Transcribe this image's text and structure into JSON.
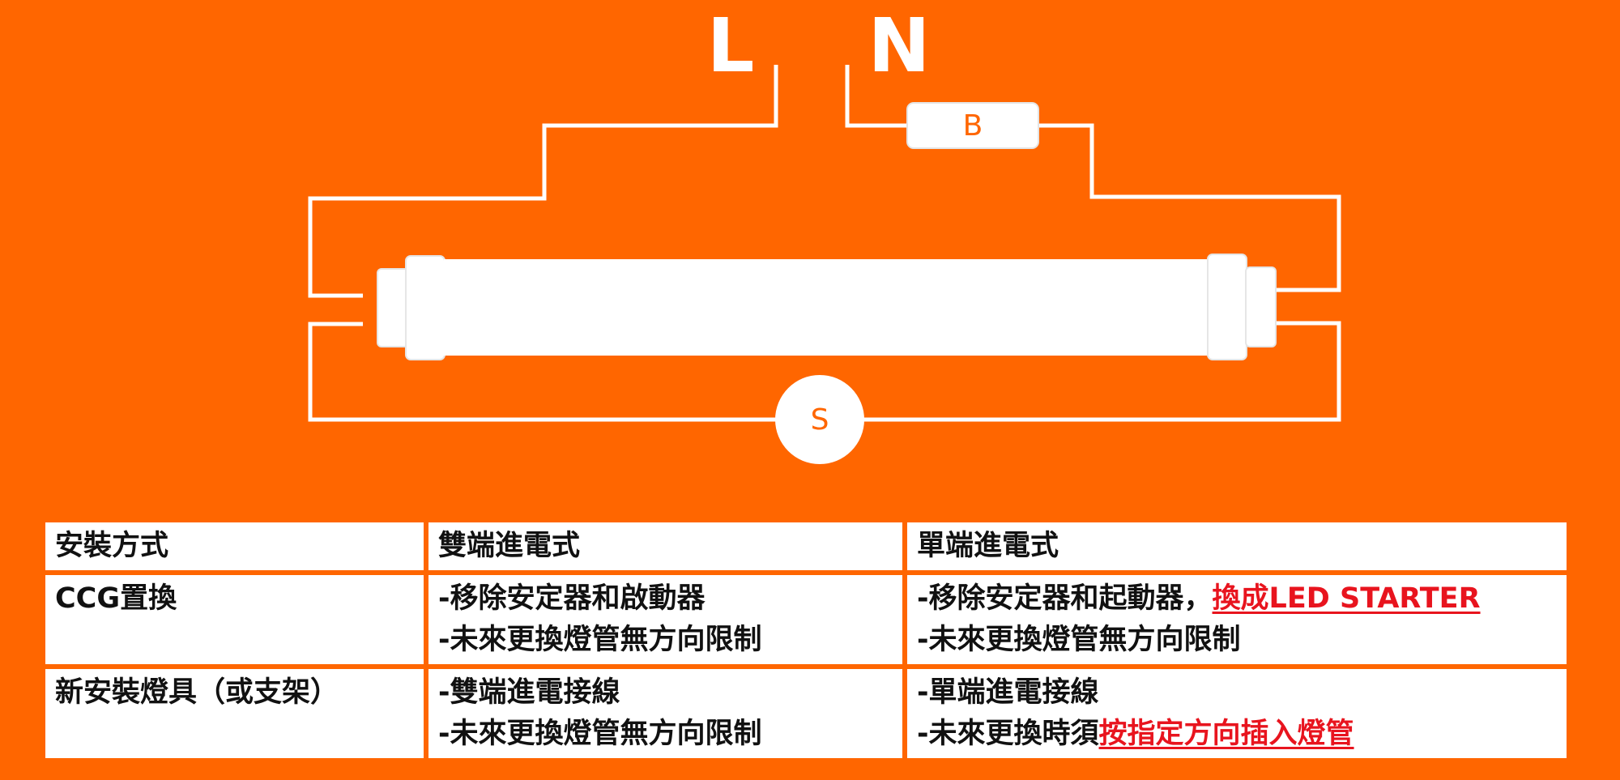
{
  "diagram": {
    "label_l": "L",
    "label_n": "N",
    "ballast_label": "B",
    "starter_label": "S",
    "colors": {
      "background": "#FF6600",
      "wire": "#FFFFFF",
      "tube": "#FFFFFF",
      "label_text": "#FF6600"
    }
  },
  "table": {
    "header": {
      "col0": "安裝方式",
      "col1": "雙端進電式",
      "col2": "單端進電式"
    },
    "rows": [
      {
        "method": "CCG置換",
        "double_end": [
          "-移除安定器和啟動器",
          "-未來更換燈管無方向限制"
        ],
        "single_end_line1_prefix": "-移除安定器和起動器，",
        "single_end_line1_highlight": "換成LED STARTER",
        "single_end_line2": "-未來更換燈管無方向限制"
      },
      {
        "method": "新安裝燈具（或支架）",
        "double_end": [
          "-雙端進電接線",
          "-未來更換燈管無方向限制"
        ],
        "single_end_line1": "-單端進電接線",
        "single_end_line2_prefix": "-未來更換時須",
        "single_end_line2_highlight": "按指定方向插入燈管"
      }
    ],
    "colors": {
      "cell_bg": "#FFFFFF",
      "text": "#111111",
      "highlight": "#E8141E"
    }
  }
}
